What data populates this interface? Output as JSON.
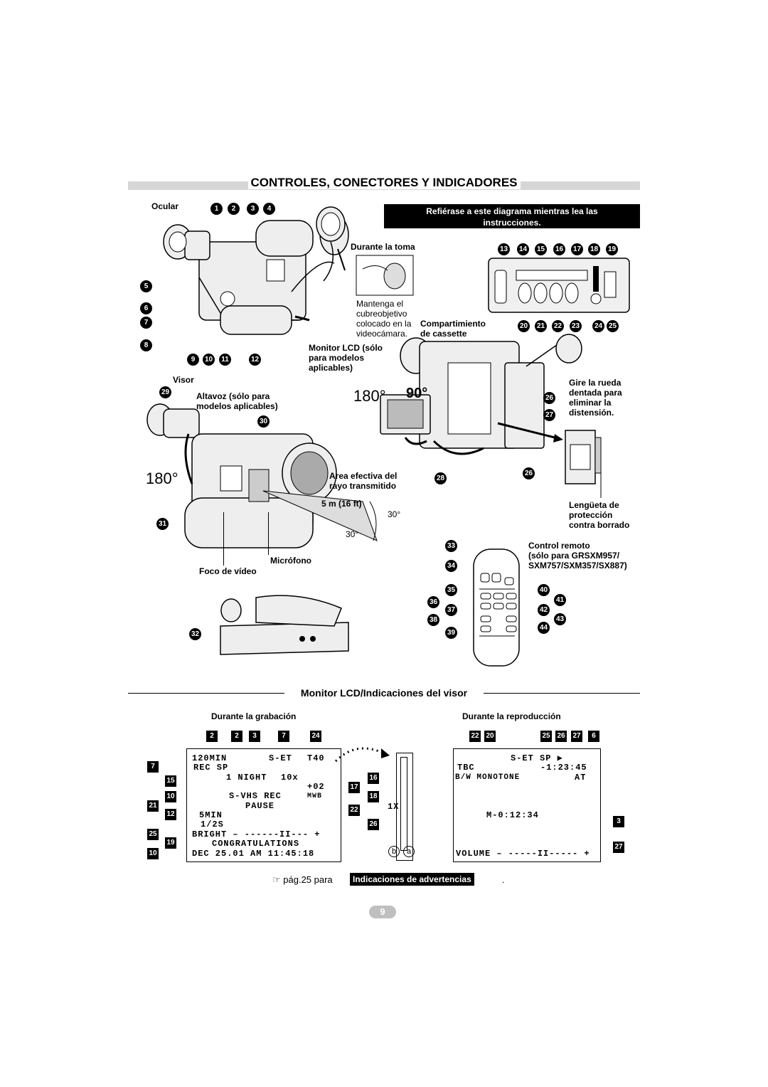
{
  "title": "CONTROLES, CONECTORES Y INDICADORES",
  "notice": {
    "line1": "Refiérase a este diagrama mientras lea las",
    "line2": "instrucciones."
  },
  "labels": {
    "ocular": "Ocular",
    "durante_toma": "Durante la toma",
    "mantenga1": "Mantenga el",
    "mantenga2": "cubreobjetivo",
    "mantenga3": "colocado en la",
    "mantenga4": "videocámara.",
    "compartimiento1": "Compartimiento",
    "compartimiento2": "de cassette",
    "monitor1": "Monitor LCD (sólo",
    "monitor2": "para modelos",
    "monitor3": "aplicables)",
    "visor": "Visor",
    "altavoz1": "Altavoz (sólo para",
    "altavoz2": "modelos aplicables)",
    "deg180a": "180°",
    "deg90": "90°",
    "deg180b": "180°",
    "gire1": "Gire la rueda",
    "gire2": "dentada para",
    "gire3": "eliminar la",
    "gire4": "distensión.",
    "area1": "Area efectiva del",
    "area2": "rayo transmitido",
    "dist": "5 m (16 ft)",
    "deg30a": "30°",
    "deg30b": "30°",
    "lengueta1": "Lengüeta de",
    "lengueta2": "protección",
    "lengueta3": "contra borrado",
    "control1": "Control remoto",
    "control2": "(sólo para GRSXM957/",
    "control3": "SXM757/SXM357/SX887)",
    "microfono": "Micrófono",
    "foco": "Foco de vídeo"
  },
  "numbers": {
    "n1": "1",
    "n2": "2",
    "n3": "3",
    "n4": "4",
    "n5": "5",
    "n6": "6",
    "n7": "7",
    "n8": "8",
    "n9": "9",
    "n10": "10",
    "n11": "11",
    "n12": "12",
    "n13": "13",
    "n14": "14",
    "n15": "15",
    "n16": "16",
    "n17": "17",
    "n18": "18",
    "n19": "19",
    "n20": "20",
    "n21": "21",
    "n22": "22",
    "n23": "23",
    "n24": "24",
    "n25": "25",
    "n26": "26",
    "n27": "27",
    "n28": "28",
    "n29": "29",
    "n30": "30",
    "n31": "31",
    "n32": "32",
    "n33": "33",
    "n34": "34",
    "n35": "35",
    "n36": "36",
    "n37": "37",
    "n38": "38",
    "n39": "39",
    "n40": "40",
    "n41": "41",
    "n42": "42",
    "n43": "43",
    "n44": "44"
  },
  "section2": {
    "heading": "Monitor LCD/Indicaciones del visor",
    "rec_heading": "Durante la grabación",
    "play_heading": "Durante la reproducción"
  },
  "rec_osd": {
    "l1a": "120MIN",
    "l1b": "S-ET",
    "l1c": "T40",
    "l2": "REC SP",
    "l3a": "1 NIGHT",
    "l3b": "10x",
    "l4": "+02",
    "l5a": "S-VHS REC",
    "l5b": "MWB",
    "l6": "PAUSE",
    "l7": "5MIN",
    "l8": "1/2S",
    "l9": "BRIGHT –  ------II---  +",
    "l10": "CONGRATULATIONS",
    "l11": "DEC 25.01  AM 11:45:18",
    "zoom": "1X",
    "b": "b",
    "a": "a"
  },
  "play_osd": {
    "l1": "S-ET   SP ▶",
    "l2": "TBC",
    "l2b": "-1:23:45",
    "l3": "B/W MONOTONE",
    "l3b": "AT",
    "l4": "M-0:12:34",
    "l5": "VOLUME –  -----II-----  +"
  },
  "rec_tags": {
    "t1": "2",
    "t2": "2",
    "t3": "3",
    "t4": "7",
    "t5": "24",
    "l1": "7",
    "l2": "15",
    "l3": "10",
    "l4": "21",
    "l5": "12",
    "l6": "25",
    "l7": "19",
    "l8": "10",
    "r1": "16",
    "r2": "17",
    "r3": "18",
    "r4": "22",
    "r5": "26"
  },
  "play_tags": {
    "t1": "22",
    "t2": "20",
    "t3": "25",
    "t4": "26",
    "t5": "27",
    "t6": "6",
    "r1": "3",
    "r2": "27"
  },
  "footer": {
    "ref": "☞ pág.25 para",
    "warn": "Indicaciones de advertencias",
    "dot": ".",
    "page": "9"
  }
}
